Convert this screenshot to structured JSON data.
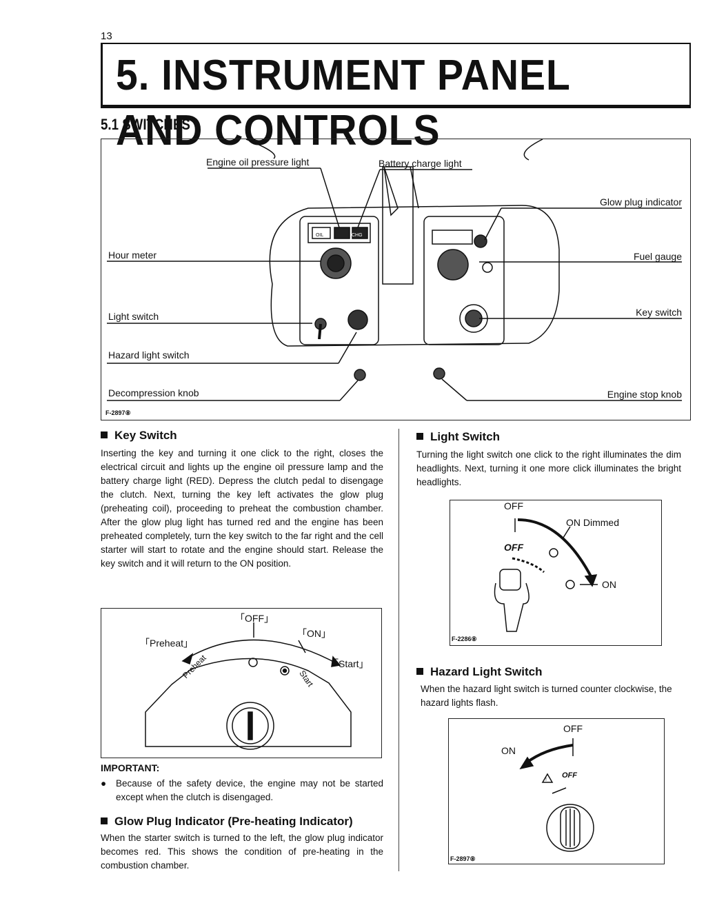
{
  "page_number": "13",
  "chapter_title": "5. INSTRUMENT PANEL AND CONTROLS",
  "section_title": "5.1 SWITCHES",
  "panel_figure": {
    "labels": {
      "engine_oil": "Engine oil pressure light",
      "battery": "Battery charge light",
      "glow_plug": "Glow plug indicator",
      "hour_meter": "Hour meter",
      "fuel_gauge": "Fuel gauge",
      "light_switch": "Light switch",
      "key_switch": "Key switch",
      "hazard": "Hazard light switch",
      "decompression": "Decompression knob",
      "engine_stop": "Engine stop knob"
    },
    "lamp_labels": {
      "oil": "OIL",
      "chg": "CHG"
    },
    "code": "F-2897⑧"
  },
  "key_switch": {
    "heading": "Key Switch",
    "body": "Inserting the key and turning it one click to the right, closes the electrical circuit and lights up the engine oil pressure lamp and the battery charge light (RED). Depress the clutch pedal to disengage the clutch. Next, turning the key left activates the glow plug (preheating coil), proceeding to preheat the combustion chamber. After the glow plug light has turned red and the engine has been preheated completely, turn the key switch to the far right and the cell starter will start to rotate and the engine should start. Release the key switch and it will return to the ON position.",
    "figure": {
      "off": "「OFF」",
      "on": "「ON」",
      "preheat": "「Preheat」",
      "start": "「Start」",
      "arc_preheat": "Preheat",
      "arc_start": "Start"
    }
  },
  "important": {
    "heading": "IMPORTANT:",
    "bullet": "Because of the safety device, the engine may not be started except when the clutch is disengaged."
  },
  "glow_plug": {
    "heading": "Glow Plug Indicator (Pre-heating Indicator)",
    "body": "When the starter switch is turned to the left, the glow plug indicator becomes red. This shows the condition of pre-heating in the combustion chamber."
  },
  "light_switch": {
    "heading": "Light Switch",
    "body": "Turning the light switch one click to the right illuminates the dim headlights. Next, turning it one more click illuminates the bright headlights.",
    "figure": {
      "off": "OFF",
      "on_dimmed": "ON Dimmed",
      "off_italic": "OFF",
      "on": "ON",
      "code": "F-2286⑧"
    }
  },
  "hazard": {
    "heading": "Hazard Light Switch",
    "body": "When the hazard light switch is turned counter clockwise, the hazard lights flash.",
    "figure": {
      "off": "OFF",
      "on": "ON",
      "off_italic": "OFF",
      "code": "F-2897⑧"
    }
  }
}
